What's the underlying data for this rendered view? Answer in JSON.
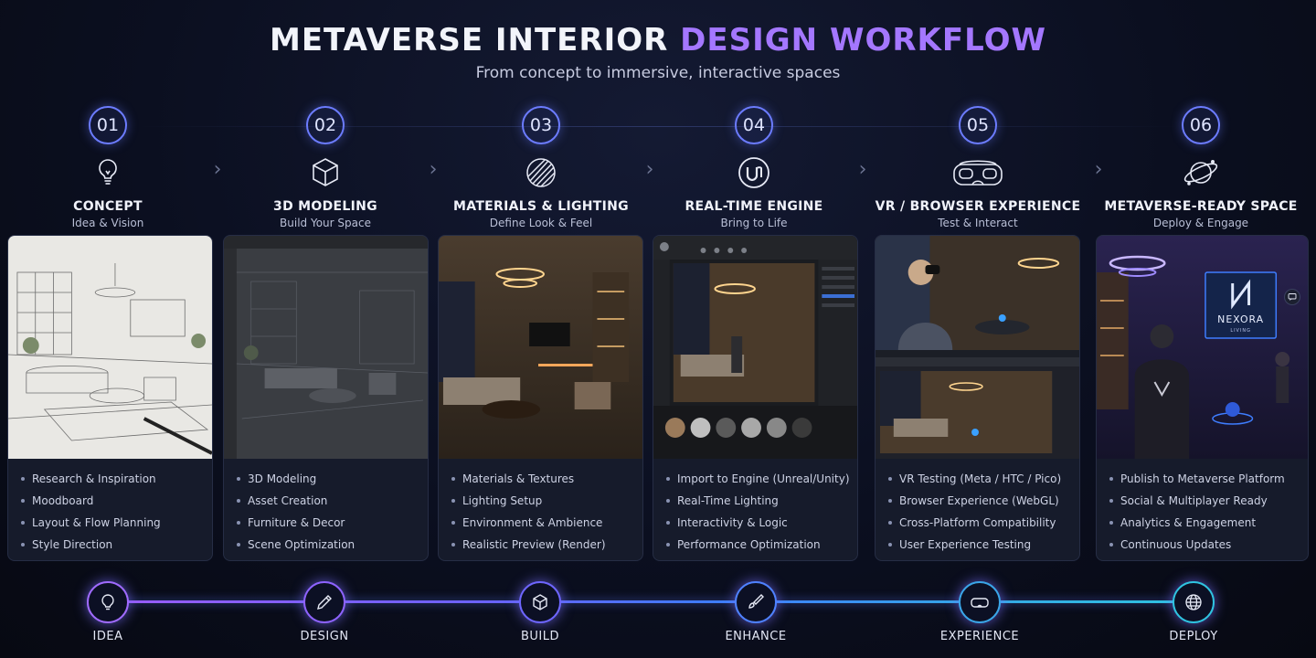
{
  "header": {
    "title_part1": "METAVERSE INTERIOR",
    "title_part2": "DESIGN WORKFLOW",
    "subtitle": "From concept to immersive, interactive spaces"
  },
  "colors": {
    "accent_purple": "#a477ff",
    "accent_blue": "#6c7cff",
    "accent_cyan": "#2fc4e0",
    "background": "#0b0f20"
  },
  "steps": [
    {
      "number": "01",
      "icon": "lightbulb-icon",
      "title": "CONCEPT",
      "subtitle": "Idea & Vision",
      "bullets": [
        "Research & Inspiration",
        "Moodboard",
        "Layout & Flow Planning",
        "Style Direction"
      ]
    },
    {
      "number": "02",
      "icon": "cube-icon",
      "title": "3D MODELING",
      "subtitle": "Build Your Space",
      "bullets": [
        "3D Modeling",
        "Asset Creation",
        "Furniture & Decor",
        "Scene Optimization"
      ]
    },
    {
      "number": "03",
      "icon": "material-sphere-icon",
      "title": "MATERIALS & LIGHTING",
      "subtitle": "Define Look & Feel",
      "bullets": [
        "Materials & Textures",
        "Lighting Setup",
        "Environment & Ambience",
        "Realistic Preview (Render)"
      ]
    },
    {
      "number": "04",
      "icon": "unreal-engine-icon",
      "title": "REAL-TIME ENGINE",
      "subtitle": "Bring to Life",
      "bullets": [
        "Import to Engine (Unreal/Unity)",
        "Real-Time Lighting",
        "Interactivity & Logic",
        "Performance Optimization"
      ]
    },
    {
      "number": "05",
      "icon": "vr-headset-icon",
      "title": "VR / BROWSER EXPERIENCE",
      "subtitle": "Test & Interact",
      "bullets": [
        "VR Testing (Meta / HTC / Pico)",
        "Browser Experience (WebGL)",
        "Cross-Platform Compatibility",
        "User Experience Testing"
      ]
    },
    {
      "number": "06",
      "icon": "planet-icon",
      "title": "METAVERSE-READY SPACE",
      "subtitle": "Deploy & Engage",
      "bullets": [
        "Publish to Metaverse Platform",
        "Social & Multiplayer Ready",
        "Analytics & Engagement",
        "Continuous Updates"
      ]
    }
  ],
  "card6_logo": {
    "brand": "NEXORA",
    "tagline": "LIVING"
  },
  "timeline": [
    {
      "label": "IDEA",
      "icon": "lightbulb-icon"
    },
    {
      "label": "DESIGN",
      "icon": "pencil-icon"
    },
    {
      "label": "BUILD",
      "icon": "cube-icon"
    },
    {
      "label": "ENHANCE",
      "icon": "brush-icon"
    },
    {
      "label": "EXPERIENCE",
      "icon": "vr-headset-icon"
    },
    {
      "label": "DEPLOY",
      "icon": "globe-icon"
    }
  ]
}
